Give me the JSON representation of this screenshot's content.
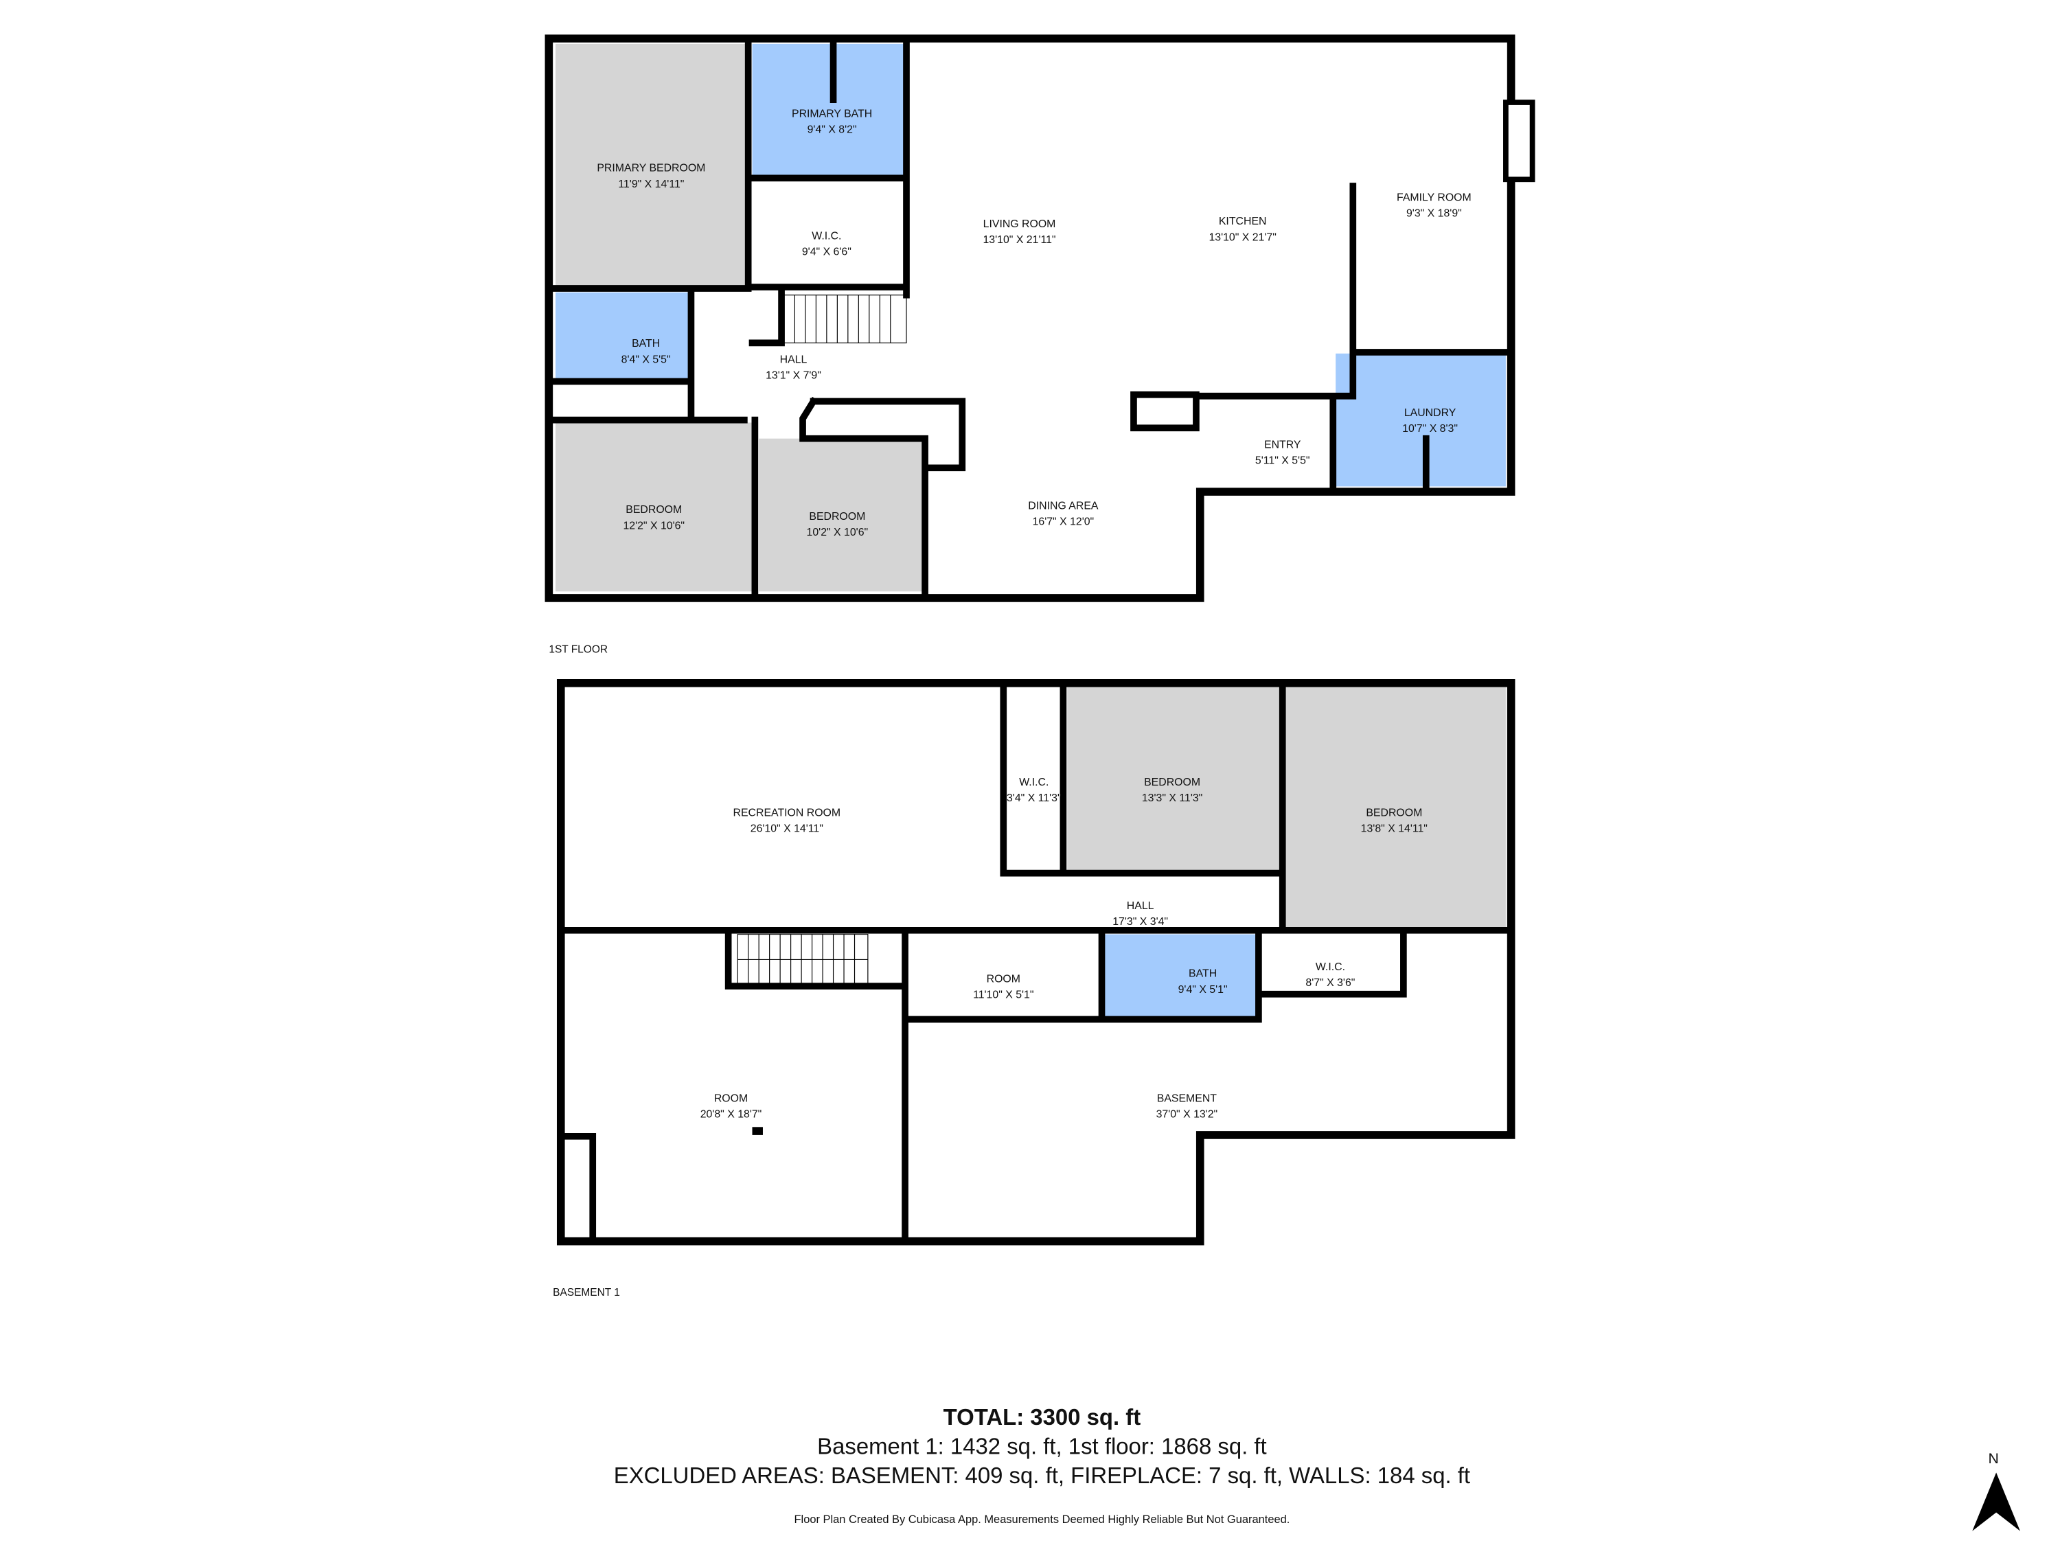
{
  "colors": {
    "bathroom": "#a3cbfd",
    "bedroom": "#d5d5d5",
    "wall": "#000000",
    "background": "#ffffff"
  },
  "floors": [
    {
      "label": "1ST FLOOR",
      "rooms": [
        {
          "name": "PRIMARY BEDROOM",
          "size": "11'9\" X 14'11\"",
          "type": "bedroom"
        },
        {
          "name": "PRIMARY BATH",
          "size": "9'4\" X 8'2\"",
          "type": "bathroom"
        },
        {
          "name": "W.I.C.",
          "size": "9'4\" X 6'6\"",
          "type": "other"
        },
        {
          "name": "BATH",
          "size": "8'4\" X 5'5\"",
          "type": "bathroom"
        },
        {
          "name": "HALL",
          "size": "13'1\" X 7'9\"",
          "type": "other"
        },
        {
          "name": "BEDROOM",
          "size": "12'2\" X 10'6\"",
          "type": "bedroom"
        },
        {
          "name": "BEDROOM",
          "size": "10'2\" X 10'6\"",
          "type": "bedroom"
        },
        {
          "name": "LIVING ROOM",
          "size": "13'10\" X 21'11\"",
          "type": "other"
        },
        {
          "name": "KITCHEN",
          "size": "13'10\" X 21'7\"",
          "type": "other"
        },
        {
          "name": "FAMILY ROOM",
          "size": "9'3\" X 18'9\"",
          "type": "other"
        },
        {
          "name": "DINING AREA",
          "size": "16'7\" X 12'0\"",
          "type": "other"
        },
        {
          "name": "ENTRY",
          "size": "5'11\" X 5'5\"",
          "type": "other"
        },
        {
          "name": "LAUNDRY",
          "size": "10'7\" X 8'3\"",
          "type": "bathroom"
        }
      ]
    },
    {
      "label": "BASEMENT 1",
      "rooms": [
        {
          "name": "RECREATION ROOM",
          "size": "26'10\" X 14'11\"",
          "type": "other"
        },
        {
          "name": "W.I.C.",
          "size": "3'4\" X 11'3\"",
          "type": "other"
        },
        {
          "name": "BEDROOM",
          "size": "13'3\" X 11'3\"",
          "type": "bedroom"
        },
        {
          "name": "BEDROOM",
          "size": "13'8\" X 14'11\"",
          "type": "bedroom"
        },
        {
          "name": "HALL",
          "size": "17'3\" X 3'4\"",
          "type": "other"
        },
        {
          "name": "ROOM",
          "size": "11'10\" X 5'1\"",
          "type": "other"
        },
        {
          "name": "BATH",
          "size": "9'4\" X 5'1\"",
          "type": "bathroom"
        },
        {
          "name": "W.I.C.",
          "size": "8'7\" X 3'6\"",
          "type": "other"
        },
        {
          "name": "ROOM",
          "size": "20'8\" X 18'7\"",
          "type": "other"
        },
        {
          "name": "BASEMENT",
          "size": "37'0\" X 13'2\"",
          "type": "other"
        }
      ]
    }
  ],
  "summary": {
    "total": "TOTAL: 3300 sq. ft",
    "breakdown": "Basement 1: 1432 sq. ft, 1st floor: 1868 sq. ft",
    "excluded": "EXCLUDED AREAS: BASEMENT: 409 sq. ft, FIREPLACE: 7 sq. ft, WALLS: 184 sq. ft",
    "disclaimer": "Floor Plan Created By Cubicasa App. Measurements Deemed Highly Reliable But Not Guaranteed."
  },
  "compass": {
    "label": "N",
    "icon": "north-arrow-icon"
  }
}
